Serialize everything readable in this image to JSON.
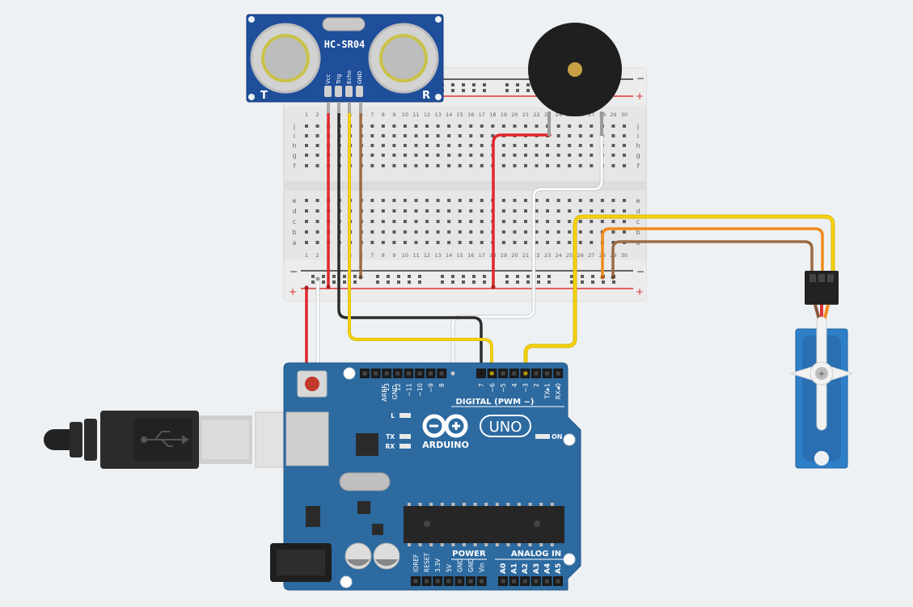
{
  "canvas": {
    "background": "#eef1f3"
  },
  "colors": {
    "wire_red": "#e0262a",
    "wire_black": "#2b2b2b",
    "wire_yellow": "#f5d20c",
    "wire_brown": "#9b6b44",
    "wire_white": "#ffffff",
    "wire_orange": "#f08a1d",
    "board_blue": "#2c6aa0",
    "sensor_blue": "#1f4e9a",
    "servo_blue": "#2f7fc8"
  },
  "sensor": {
    "name": "HC-SR04",
    "pins": [
      "Vcc",
      "Trig",
      "Echo",
      "GND"
    ],
    "left_mark": "T",
    "right_mark": "R"
  },
  "breadboard": {
    "top_rows": [
      "j",
      "i",
      "h",
      "g",
      "f"
    ],
    "bottom_rows": [
      "e",
      "d",
      "c",
      "b",
      "a"
    ],
    "columns": [
      "1",
      "2",
      "3",
      "4",
      "5",
      "6",
      "7",
      "8",
      "9",
      "10",
      "11",
      "12",
      "13",
      "14",
      "15",
      "16",
      "17",
      "18",
      "19",
      "20",
      "21",
      "22",
      "23",
      "24",
      "25",
      "26",
      "27",
      "28",
      "29",
      "30"
    ],
    "rail_minus": "−",
    "rail_plus": "+"
  },
  "arduino": {
    "model": "UNO",
    "brand": "ARDUINO",
    "digital_label": "DIGITAL (PWM ~)",
    "power_label": "POWER",
    "analog_label": "ANALOG IN",
    "header_top_left": [
      "AREF",
      "GND",
      "13",
      "12",
      "~11",
      "~10",
      "~9",
      "8"
    ],
    "header_top_right": [
      "7",
      "~6",
      "~5",
      "4",
      "~3",
      "2",
      "TX▸1",
      "RX◂0"
    ],
    "power_pins": [
      "IOREF",
      "RESET",
      "3.3V",
      "5V",
      "GND",
      "GND",
      "Vin"
    ],
    "analog_pins": [
      "A0",
      "A1",
      "A2",
      "A3",
      "A4",
      "A5"
    ],
    "leds": [
      "L",
      "TX",
      "RX"
    ],
    "on_label": "ON"
  },
  "buzzer": {
    "present": true
  },
  "servo": {
    "present": true
  },
  "usb": {
    "present": true
  }
}
